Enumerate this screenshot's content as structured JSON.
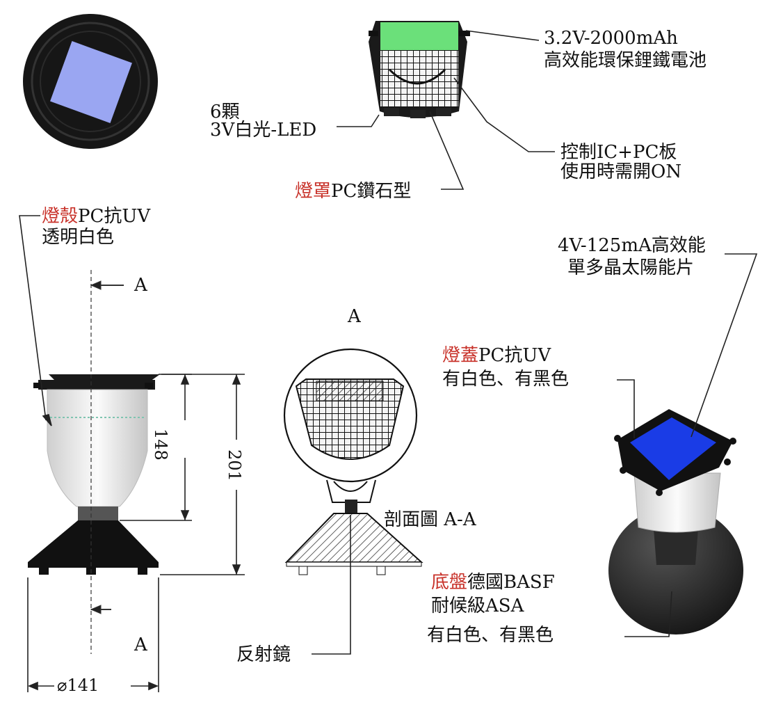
{
  "labels": {
    "battery": {
      "line1": "3.2V-2000mAh",
      "line2": "高效能環保鋰鐵電池"
    },
    "led": {
      "line1": "6顆",
      "line2": "3V白光-LED"
    },
    "control": {
      "line1": "控制IC+PC板",
      "line2": "使用時需開ON"
    },
    "diffuser": {
      "red": "燈罩",
      "rest": "PC鑽石型"
    },
    "shell": {
      "red": "燈殼",
      "rest": "PC抗UV",
      "line2": "透明白色"
    },
    "solar": {
      "line1": "4V-125mA高效能",
      "line2": "單多晶太陽能片"
    },
    "cover": {
      "red": "燈蓋",
      "rest": "PC抗UV",
      "line2": "有白色、有黑色"
    },
    "base": {
      "red": "底盤",
      "rest": "德國BASF",
      "line2": "耐候級ASA",
      "line3": "有白色、有黑色"
    },
    "reflector": "反射鏡",
    "section": "剖面圖 A-A",
    "section_marker": "A",
    "cut_top": "A",
    "cut_bottom": "A"
  },
  "dimensions": {
    "inner_height": "148",
    "total_height": "201",
    "diameter": "⌀141"
  },
  "colors": {
    "accent_red": "#c8322a",
    "solar_blue": "#1a3ce6",
    "solar_light": "#9aa6f2",
    "dark": "#1a1a1a"
  }
}
